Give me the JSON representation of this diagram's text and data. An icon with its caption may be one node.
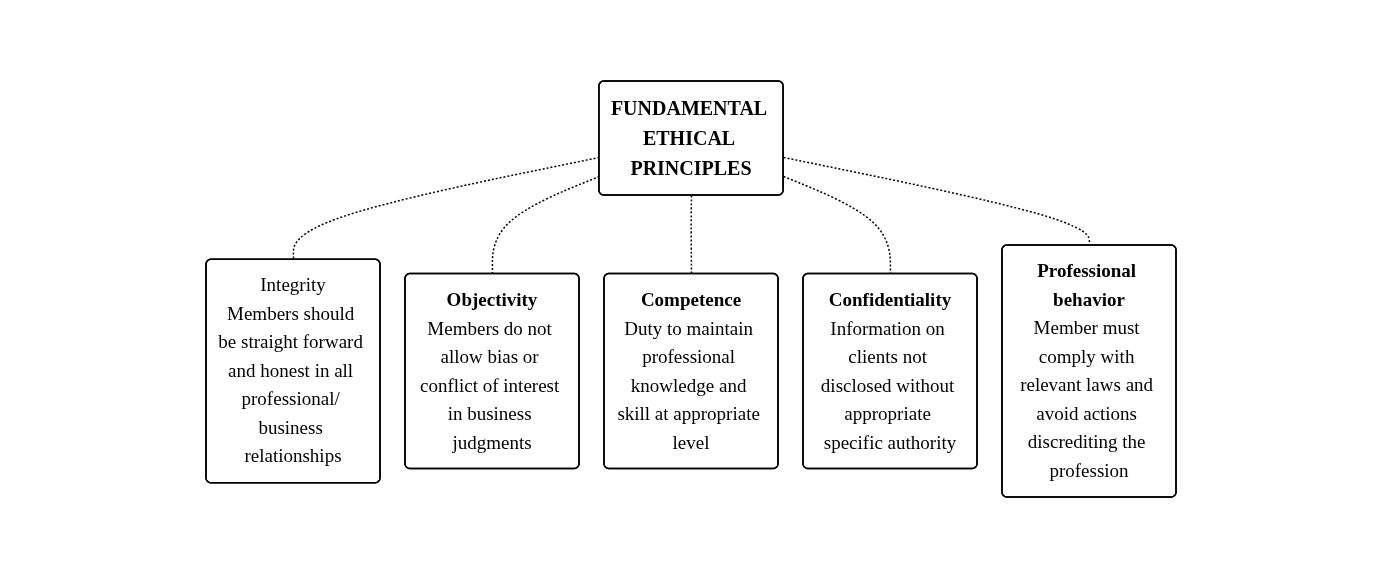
{
  "diagram": {
    "nodes": [
      {
        "text": [
          "FUNDAMENTAL ETHICAL PRINCIPLES"
        ]
      },
      {
        "text": [
          "Integrity",
          "Members should be straight forward and honest in all professional/ business relationships"
        ]
      },
      {
        "text": [
          "Objectivity",
          "Members do not allow bias or conflict of interest in business judgments"
        ]
      },
      {
        "text": [
          "Competence",
          "Duty to maintain professional knowledge and skill at appropriate level"
        ]
      },
      {
        "text": [
          "Confidentiality",
          "Information on clients not disclosed without appropriate specific authority"
        ]
      },
      {
        "text": [
          "Professional behavior",
          "Member must comply with relevant laws and avoid actions discrediting the profession"
        ]
      }
    ],
    "edges": [
      {
        "from": 0,
        "to": 1,
        "arrow": "none",
        "style": "dashed"
      },
      {
        "from": 0,
        "to": 2,
        "arrow": "none",
        "style": "dashed"
      },
      {
        "from": 0,
        "to": 3,
        "arrow": "none",
        "style": "dashed"
      },
      {
        "from": 0,
        "to": 4,
        "arrow": "none",
        "style": "dashed"
      },
      {
        "from": 0,
        "to": 5,
        "arrow": "none",
        "style": "dashed"
      }
    ]
  }
}
